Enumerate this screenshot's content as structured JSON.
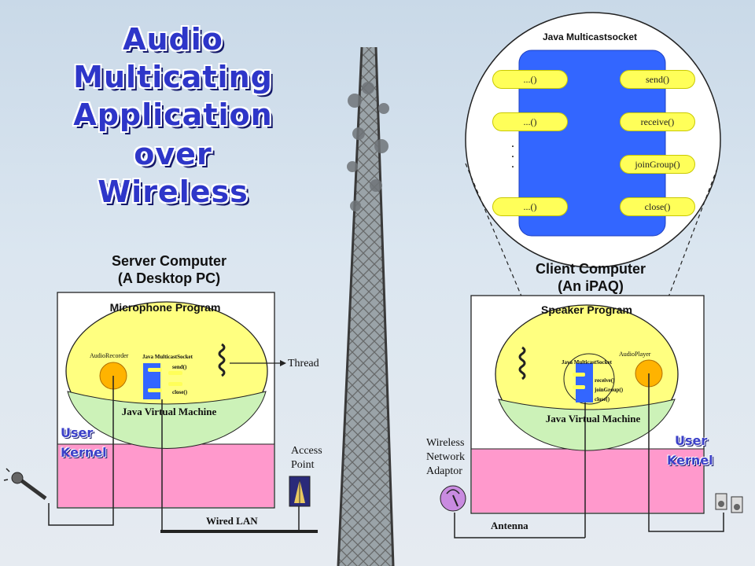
{
  "title": {
    "lines": [
      "Audio",
      "Multicating",
      "Application",
      "over",
      "Wireless"
    ]
  },
  "server": {
    "heading_line1": "Server Computer",
    "heading_line2": "(A Desktop PC)",
    "program": "Microphone Program",
    "component": "AudioRecorder",
    "socket": "Java MulticastSocket",
    "methods": [
      "send()",
      "close()"
    ],
    "jvm": "Java Virtual Machine",
    "user": "User",
    "kernel": "Kernel"
  },
  "client": {
    "heading_line1": "Client Computer",
    "heading_line2": "(An iPAQ)",
    "program": "Speaker Program",
    "component": "AudioPlayer",
    "socket": "Java MulticastSocket",
    "methods": [
      "receive()",
      "joinGroup()",
      "close()"
    ],
    "jvm": "Java Virtual Machine",
    "user": "User",
    "kernel": "Kernel"
  },
  "zoom": {
    "title": "Java Multicastsocket",
    "left_methods": [
      "...()",
      "...()",
      "...()"
    ],
    "right_methods": [
      "send()",
      "receive()",
      "joinGroup()",
      "close()"
    ],
    "ellipsis": "·"
  },
  "labels": {
    "thread": "Thread",
    "access_point_1": "Access",
    "access_point_2": "Point",
    "wired_lan": "Wired LAN",
    "adaptor_1": "Wireless",
    "adaptor_2": "Network",
    "adaptor_3": "Adaptor",
    "antenna": "Antenna"
  },
  "colors": {
    "program_yellow": "#ffff80",
    "jvm_green": "#ccf2b8",
    "kernel_pink": "#ff99cc",
    "socket_blue": "#3366ff",
    "pill_yellow": "#ffff59",
    "orange_component": "#ffb300",
    "title_blue": "#2e36c9"
  }
}
